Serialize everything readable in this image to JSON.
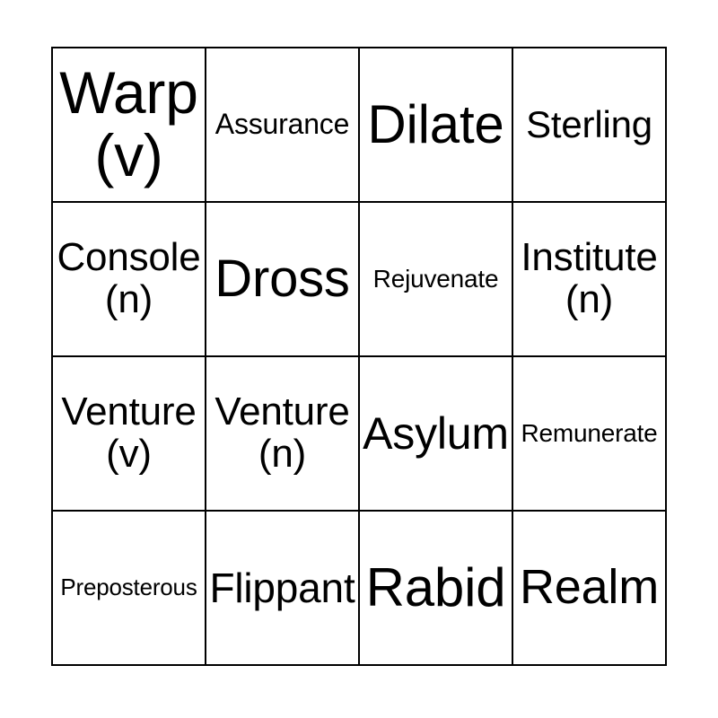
{
  "card": {
    "type": "bingo-card",
    "columns": 4,
    "rows": 4,
    "background_color": "#ffffff",
    "text_color": "#000000",
    "border_color": "#000000",
    "cells": [
      [
        {
          "label": "Warp\n(v)",
          "font_size": 66
        },
        {
          "label": "Assurance",
          "font_size": 32
        },
        {
          "label": "Dilate",
          "font_size": 60
        },
        {
          "label": "Sterling",
          "font_size": 42
        }
      ],
      [
        {
          "label": "Console\n(n)",
          "font_size": 44
        },
        {
          "label": "Dross",
          "font_size": 58
        },
        {
          "label": "Rejuvenate",
          "font_size": 28
        },
        {
          "label": "Institute\n(n)",
          "font_size": 44
        }
      ],
      [
        {
          "label": "Venture\n(v)",
          "font_size": 44
        },
        {
          "label": "Venture\n(n)",
          "font_size": 44
        },
        {
          "label": "Asylum",
          "font_size": 50
        },
        {
          "label": "Remunerate",
          "font_size": 28
        }
      ],
      [
        {
          "label": "Preposterous",
          "font_size": 26
        },
        {
          "label": "Flippant",
          "font_size": 46
        },
        {
          "label": "Rabid",
          "font_size": 60
        },
        {
          "label": "Realm",
          "font_size": 54
        }
      ]
    ]
  }
}
